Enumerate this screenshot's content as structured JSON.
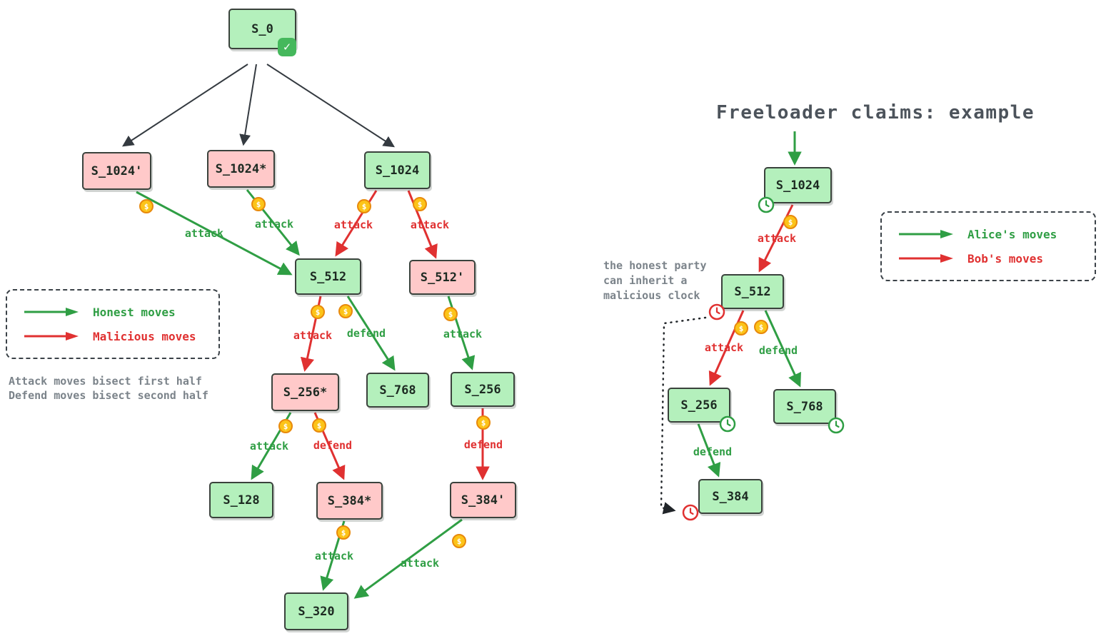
{
  "icons": {
    "check": "✓",
    "coin": "$"
  },
  "colors": {
    "honest_green": "#2f9e44",
    "malicious_red": "#e03131",
    "node_green_fill": "#b4f0bc",
    "node_pink_fill": "#ffc9c9",
    "coin_fill": "#fcc419",
    "neutral_dark": "#343a40"
  },
  "left": {
    "nodes": {
      "s0": {
        "label": "S_0",
        "type": "green",
        "badge": "check"
      },
      "s1024p": {
        "label": "S_1024'",
        "type": "pink"
      },
      "s1024s": {
        "label": "S_1024*",
        "type": "pink"
      },
      "s1024": {
        "label": "S_1024",
        "type": "green"
      },
      "s512": {
        "label": "S_512",
        "type": "green"
      },
      "s512p": {
        "label": "S_512'",
        "type": "pink"
      },
      "s256s": {
        "label": "S_256*",
        "type": "pink"
      },
      "s768": {
        "label": "S_768",
        "type": "green"
      },
      "s256": {
        "label": "S_256",
        "type": "green"
      },
      "s128": {
        "label": "S_128",
        "type": "green"
      },
      "s384s": {
        "label": "S_384*",
        "type": "pink"
      },
      "s384p": {
        "label": "S_384'",
        "type": "pink"
      },
      "s320": {
        "label": "S_320",
        "type": "green"
      }
    },
    "root_edges": [
      {
        "from": "S_0",
        "to": "S_1024'"
      },
      {
        "from": "S_0",
        "to": "S_1024*"
      },
      {
        "from": "S_0",
        "to": "S_1024"
      }
    ],
    "edges": [
      {
        "from": "S_1024'",
        "to": "S_512",
        "label": "attack",
        "actor": "honest",
        "coin": true
      },
      {
        "from": "S_1024*",
        "to": "S_512",
        "label": "attack",
        "actor": "honest",
        "coin": true
      },
      {
        "from": "S_1024",
        "to": "S_512",
        "label": "attack",
        "actor": "malicious",
        "coin": true
      },
      {
        "from": "S_1024",
        "to": "S_512'",
        "label": "attack",
        "actor": "malicious",
        "coin": true
      },
      {
        "from": "S_512",
        "to": "S_256*",
        "label": "attack",
        "actor": "malicious",
        "coin": true
      },
      {
        "from": "S_512",
        "to": "S_768",
        "label": "defend",
        "actor": "honest",
        "coin": true
      },
      {
        "from": "S_512'",
        "to": "S_256",
        "label": "attack",
        "actor": "honest",
        "coin": true
      },
      {
        "from": "S_256*",
        "to": "S_128",
        "label": "attack",
        "actor": "honest",
        "coin": true
      },
      {
        "from": "S_256*",
        "to": "S_384*",
        "label": "defend",
        "actor": "malicious",
        "coin": true
      },
      {
        "from": "S_256",
        "to": "S_384'",
        "label": "defend",
        "actor": "malicious",
        "coin": true
      },
      {
        "from": "S_384*",
        "to": "S_320",
        "label": "attack",
        "actor": "honest",
        "coin": true
      },
      {
        "from": "S_384'",
        "to": "S_320",
        "label": "attack",
        "actor": "honest",
        "coin": true
      }
    ],
    "legend": {
      "items": [
        {
          "label": "Honest moves",
          "color": "#2f9e44"
        },
        {
          "label": "Malicious moves",
          "color": "#e03131"
        }
      ]
    },
    "notes": [
      "Attack moves bisect first half",
      "Defend moves bisect second half"
    ]
  },
  "right": {
    "title": "Freeloader claims: example",
    "nodes": {
      "s1024": {
        "label": "S_1024",
        "type": "green",
        "clock": "green"
      },
      "s512": {
        "label": "S_512",
        "type": "green",
        "clock": "red"
      },
      "s256": {
        "label": "S_256",
        "type": "green",
        "clock": "green"
      },
      "s768": {
        "label": "S_768",
        "type": "green",
        "clock": "green"
      },
      "s384": {
        "label": "S_384",
        "type": "green",
        "clock": "red"
      }
    },
    "edges": [
      {
        "from": "S_1024",
        "to": "S_512",
        "label": "attack",
        "actor": "bob",
        "coin": true
      },
      {
        "from": "S_512",
        "to": "S_256",
        "label": "attack",
        "actor": "bob",
        "coin": true
      },
      {
        "from": "S_512",
        "to": "S_768",
        "label": "defend",
        "actor": "alice",
        "coin": true
      },
      {
        "from": "S_256",
        "to": "S_384",
        "label": "defend",
        "actor": "alice",
        "coin": false
      }
    ],
    "annotation_lines": [
      "the honest party",
      "can inherit a",
      "malicious clock"
    ],
    "legend": {
      "items": [
        {
          "label": "Alice's moves",
          "color": "#2f9e44"
        },
        {
          "label": "Bob's moves",
          "color": "#e03131"
        }
      ]
    }
  }
}
